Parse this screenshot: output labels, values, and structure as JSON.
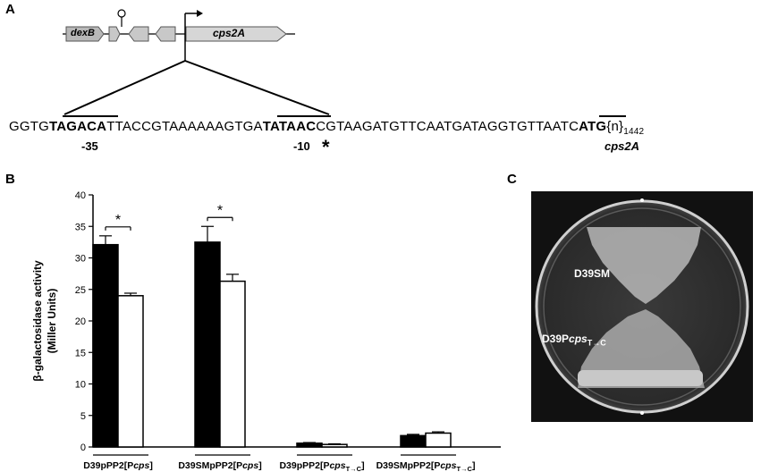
{
  "panels": {
    "a": "A",
    "b": "B",
    "c": "C"
  },
  "genes": {
    "dexB": "dexB",
    "cps2A": "cps2A"
  },
  "sequence": {
    "s1": "GGTG",
    "box35": "TAGACA",
    "s2": "TTACCGTAAAAAAGTGA",
    "box10": "TATAAC",
    "s3": "CGTAAGATGTTCAATGATAGGTGTTAATC",
    "atg": "ATG",
    "tail": "{n}",
    "tail_sub": "1442",
    "label35": "-35",
    "label10": "-10",
    "star": "*",
    "gene_label": "cps2A"
  },
  "chart_data": {
    "type": "bar",
    "ylabel_line1": "β-galactosidase activity",
    "ylabel_line2": "(Miller Units)",
    "ylim": [
      0,
      40
    ],
    "yticks": [
      0,
      5,
      10,
      15,
      20,
      25,
      30,
      35,
      40
    ],
    "categories": [
      {
        "prefix": "D39pPP2[P",
        "italic": "cps",
        "sub": "",
        "suffix": "]"
      },
      {
        "prefix": "D39SMpPP2[P",
        "italic": "cps",
        "sub": "",
        "suffix": "]"
      },
      {
        "prefix": "D39pPP2[P",
        "italic": "cps",
        "sub": "T→C",
        "suffix": "]"
      },
      {
        "prefix": "D39SMpPP2[P",
        "italic": "cps",
        "sub": "T→C",
        "suffix": "]"
      }
    ],
    "series": [
      {
        "color": "#000000",
        "values": [
          32.1,
          32.5,
          0.6,
          1.8
        ],
        "errors": [
          1.4,
          2.5,
          0.1,
          0.2
        ]
      },
      {
        "color": "#ffffff",
        "values": [
          24.0,
          26.3,
          0.4,
          2.2
        ],
        "errors": [
          0.4,
          1.1,
          0.1,
          0.2
        ]
      }
    ],
    "significance": [
      "*",
      "*",
      "",
      ""
    ]
  },
  "plate": {
    "label_top": "D39SM",
    "label_bottom_prefix": "D39P",
    "label_bottom_italic": "cps",
    "label_bottom_sub": "T→C"
  }
}
